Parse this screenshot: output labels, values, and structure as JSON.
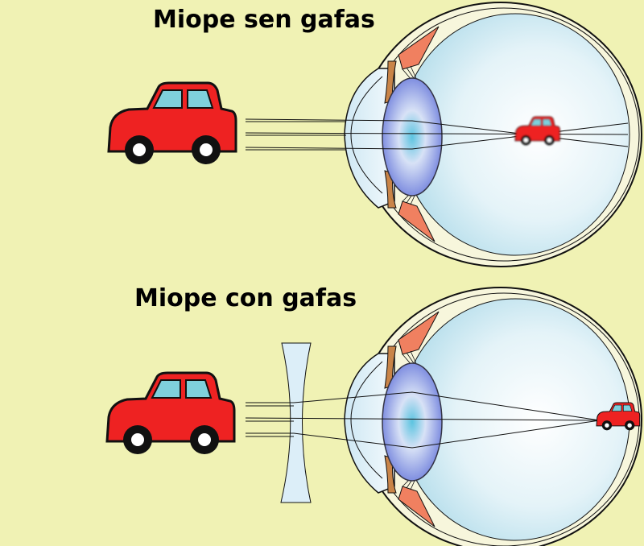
{
  "panels": [
    {
      "title": "Miope sen gafas",
      "glasses": false,
      "image_on_retina": "blurred"
    },
    {
      "title": "Miope con gafas",
      "glasses": true,
      "image_on_retina": "sharp"
    }
  ],
  "colors": {
    "background": "#f0f2b4",
    "car": "#ee2222",
    "car_window": "#7fd0dc",
    "vitreous": "#bfe3ef",
    "lens": "#8e9ee6"
  }
}
